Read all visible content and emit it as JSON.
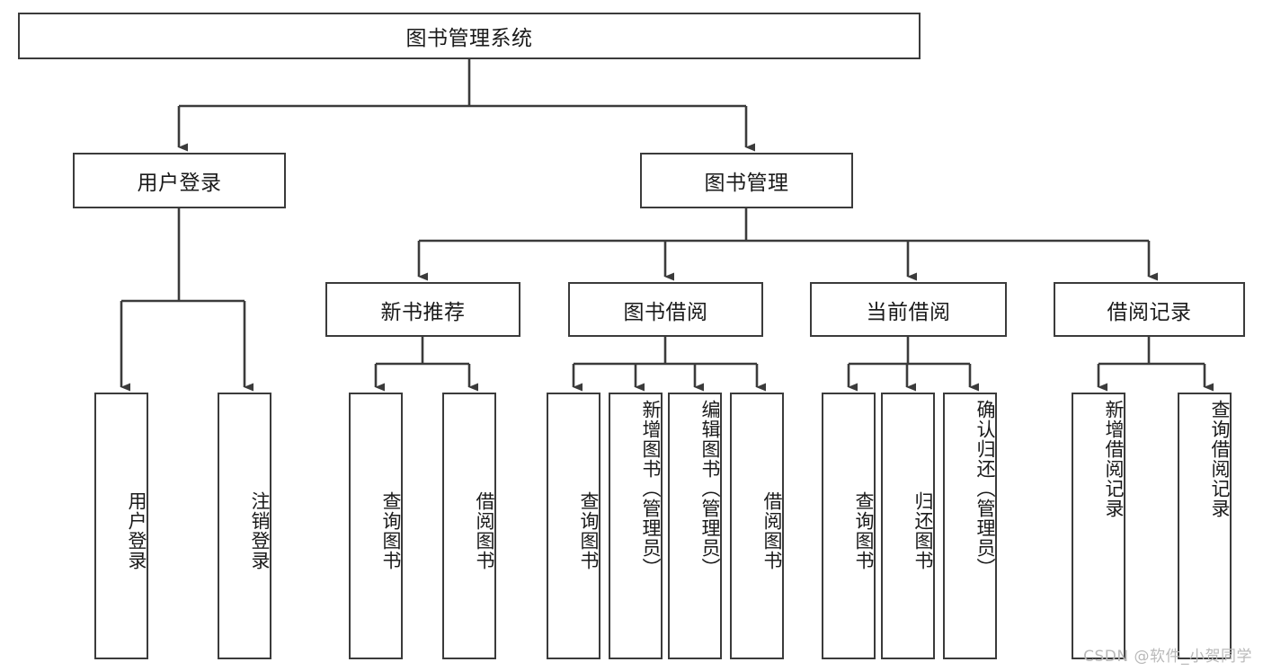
{
  "diagram": {
    "title": "图书管理系统",
    "type": "tree",
    "watermark": "CSDN @软件_小贺同学",
    "colors": {
      "border": "#3b3b3b",
      "connector": "#3b3b3b",
      "background": "#ffffff",
      "text": "#1a1a1a",
      "watermark": "#b9b9b9"
    },
    "nodes": {
      "root": {
        "label": "图书管理系统"
      },
      "level2": [
        {
          "label": "用户登录"
        },
        {
          "label": "图书管理"
        }
      ],
      "level3": [
        {
          "label": "新书推荐"
        },
        {
          "label": "图书借阅"
        },
        {
          "label": "当前借阅"
        },
        {
          "label": "借阅记录"
        }
      ],
      "leaves": {
        "user_login": [
          {
            "label": "用户登录"
          },
          {
            "label": "注销登录"
          }
        ],
        "new_book_recommend": [
          {
            "label": "查询图书"
          },
          {
            "label": "借阅图书"
          }
        ],
        "book_borrow": [
          {
            "label": "查询图书"
          },
          {
            "label": "新增图书（管理员）"
          },
          {
            "label": "编辑图书（管理员）"
          },
          {
            "label": "借阅图书"
          }
        ],
        "current_borrow": [
          {
            "label": "查询图书"
          },
          {
            "label": "归还图书"
          },
          {
            "label": "确认归还（管理员）"
          }
        ],
        "borrow_record": [
          {
            "label": "新增借阅记录"
          },
          {
            "label": "查询借阅记录"
          }
        ]
      }
    }
  }
}
